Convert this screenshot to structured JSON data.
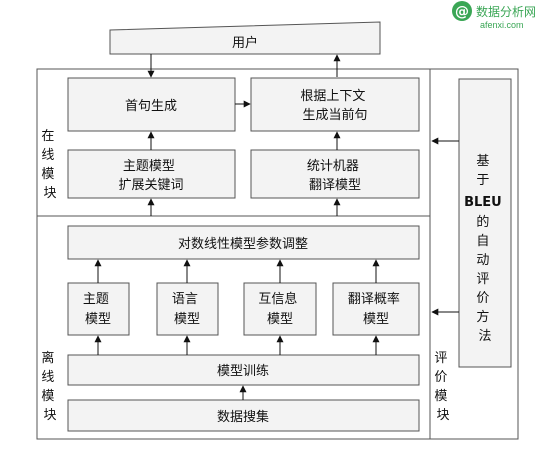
{
  "watermark": {
    "name": "数据分析网",
    "domain": "afenxi.com",
    "logo_symbol": "@",
    "color": "#3aa655"
  },
  "diagram": {
    "user": "用户",
    "online_module_label": [
      "在",
      "线",
      "模",
      "块"
    ],
    "offline_module_label": [
      "离",
      "线",
      "模",
      "块"
    ],
    "eval_module_label": [
      "评",
      "价",
      "模",
      "块"
    ],
    "first_line_gen": "首句生成",
    "context_gen": [
      "根据上下文",
      "生成当前句"
    ],
    "topic_model_expand": [
      "主题模型",
      "扩展关键词"
    ],
    "smt_model": [
      "统计机器",
      "翻译模型"
    ],
    "loglinear_tuning": "对数线性模型参数调整",
    "models": [
      [
        "主题",
        "模型"
      ],
      [
        "语言",
        "模型"
      ],
      [
        "互信息",
        "模型"
      ],
      [
        "翻译概率",
        "模型"
      ]
    ],
    "model_training": "模型训练",
    "data_collection": "数据搜集",
    "bleu_eval": [
      "基",
      "于",
      "BLEU",
      "的",
      "自",
      "动",
      "评",
      "价",
      "方",
      "法"
    ]
  }
}
